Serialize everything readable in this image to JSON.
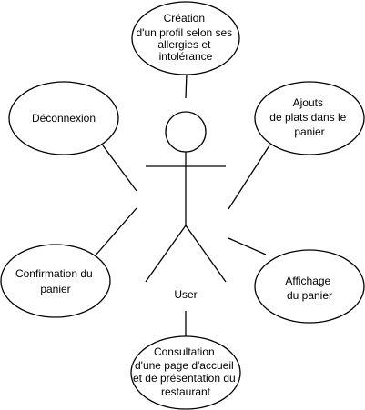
{
  "diagram": {
    "type": "use-case",
    "actor": {
      "name": "User"
    },
    "use_cases": {
      "creation_profil": {
        "lines": [
          "Création",
          "d'un profil selon ses",
          "allergies et",
          "intolérance"
        ]
      },
      "deconnexion": {
        "lines": [
          "Déconnexion"
        ]
      },
      "ajouts_plats": {
        "lines": [
          "Ajouts",
          "de plats dans le",
          "panier"
        ]
      },
      "confirmation_panier": {
        "lines": [
          "Confirmation du",
          "panier"
        ]
      },
      "affichage_panier": {
        "lines": [
          "Affichage",
          "du panier"
        ]
      },
      "consultation_accueil": {
        "lines": [
          "Consultation",
          "d'une page d'accueil",
          "et de présentation du",
          "restaurant"
        ]
      }
    }
  }
}
